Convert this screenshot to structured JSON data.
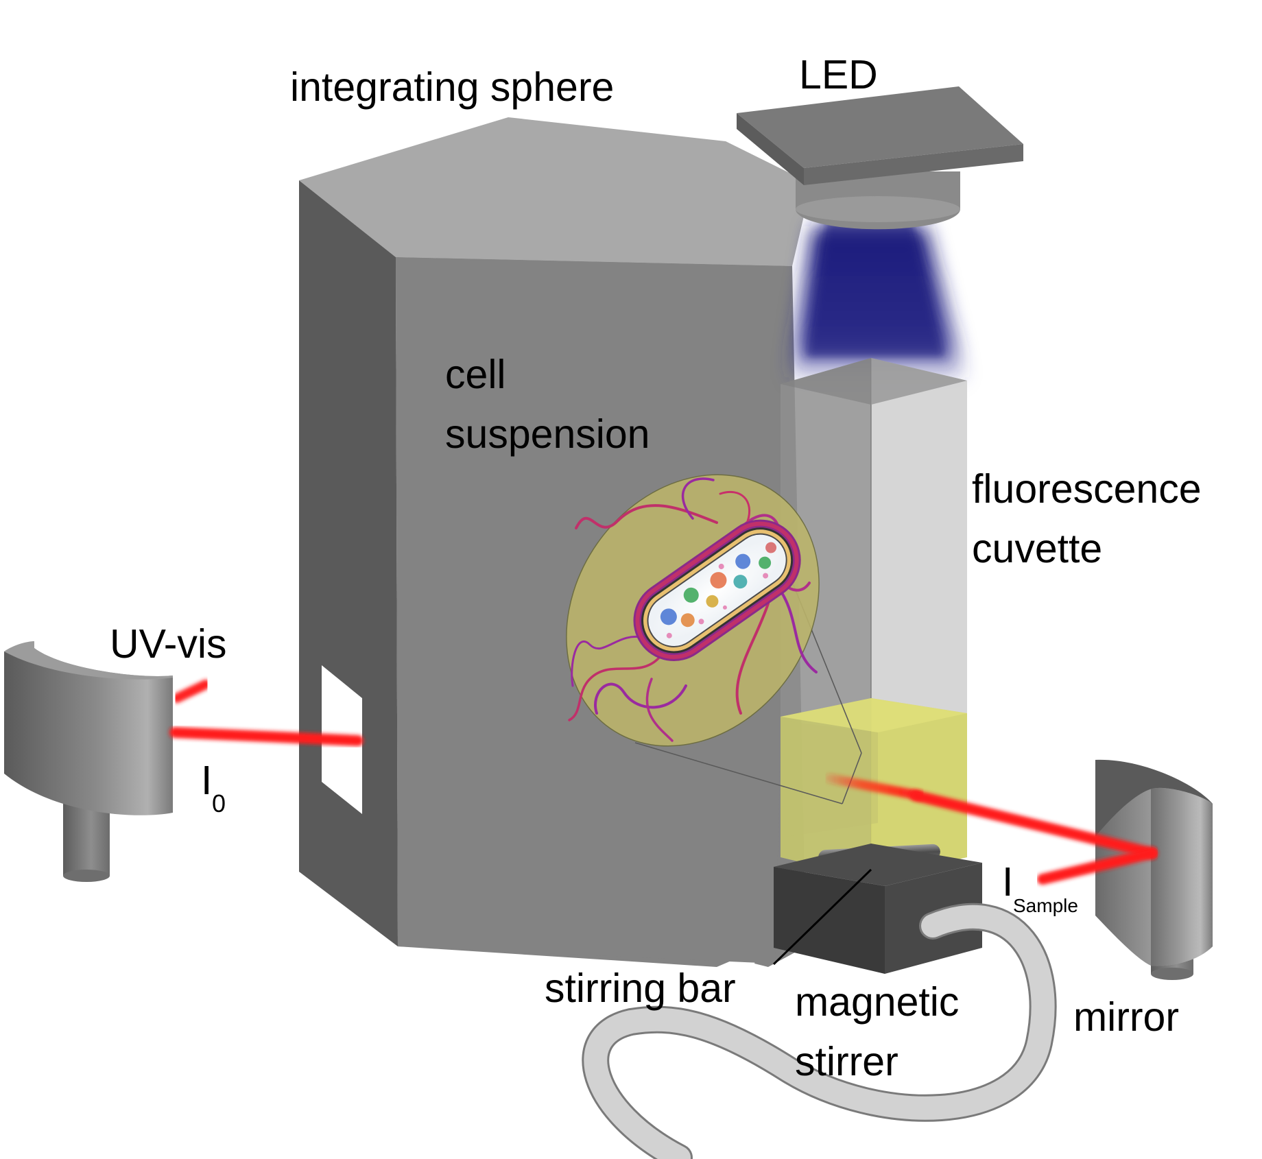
{
  "labels": {
    "integrating_sphere": "integrating sphere",
    "led": "LED",
    "cell_line1": "cell",
    "cell_line2": "suspension",
    "cuvette_line1": "fluorescence",
    "cuvette_line2": "cuvette",
    "uv_vis": "UV-vis",
    "i0_main": "I",
    "i0_sub": "0",
    "isample_main": "I",
    "isample_sub": "Sample",
    "stirring_bar": "stirring bar",
    "stirrer_line1": "magnetic",
    "stirrer_line2": "stirrer",
    "mirror": "mirror"
  },
  "colors": {
    "housing_top": "#a8a8a8",
    "housing_left": "#5a5a5a",
    "housing_front": "#828282",
    "cuvette_glass": "#9a9a9a",
    "solution": "#cfd06a",
    "beam": "#ff1a1a",
    "led_light": "#1a1a7a",
    "stirrer_base": "#3c3c3c",
    "cable": "#d0d0d0"
  }
}
